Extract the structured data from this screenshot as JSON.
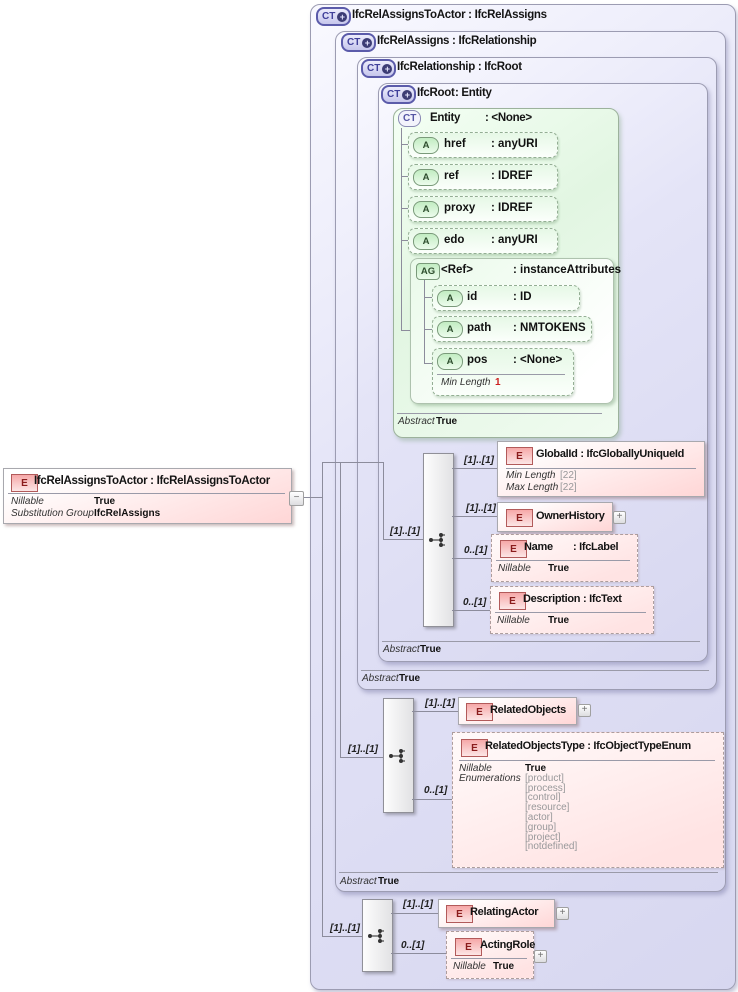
{
  "left_element": {
    "badge": "E",
    "title": "IfcRelAssignsToActor : IfcRelAssignsToActor",
    "facet1_name": "Nillable",
    "facet1_value": "True",
    "facet2_name": "Substitution Group",
    "facet2_value": "IfcRelAssigns",
    "collapse_glyph": "−"
  },
  "ct": {
    "badge": "CT",
    "plus": "+",
    "l1_title": "IfcRelAssignsToActor : IfcRelAssigns",
    "l2_title": "IfcRelAssigns : IfcRelationship",
    "l3_title": "IfcRelationship : IfcRoot",
    "l4_name": "IfcRoot",
    "l4_type": ": Entity",
    "entity_name": "Entity",
    "entity_type": ": <None>",
    "abstract_name": "Abstract",
    "abstract_value": "True"
  },
  "attrs": {
    "badge": "A",
    "href_name": "href",
    "href_type": ": anyURI",
    "ref_name": "ref",
    "ref_type": ": IDREF",
    "proxy_name": "proxy",
    "proxy_type": ": IDREF",
    "edo_name": "edo",
    "edo_type": ": anyURI"
  },
  "ref_group": {
    "badge": "AG",
    "name": "<Ref>",
    "type": ": instanceAttributes",
    "id_name": "id",
    "id_type": ": ID",
    "path_name": "path",
    "path_type": ": NMTOKENS",
    "pos_name": "pos",
    "pos_type": ": <None>",
    "pos_facet_name": "Min Length",
    "pos_facet_value": "1"
  },
  "elements": {
    "badge": "E",
    "expander": "+",
    "globalid": {
      "title": "GlobalId : IfcGloballyUniqueId",
      "card": "[1]..[1]",
      "f1n": "Min Length",
      "f1v": "[22]",
      "f2n": "Max Length",
      "f2v": "[22]"
    },
    "ownerhistory": {
      "title": "OwnerHistory",
      "card": "[1]..[1]"
    },
    "name": {
      "title_name": "Name",
      "title_type": ": IfcLabel",
      "card": "0..[1]",
      "fn": "Nillable",
      "fv": "True"
    },
    "description": {
      "title": "Description : IfcText",
      "card": "0..[1]",
      "fn": "Nillable",
      "fv": "True"
    },
    "relatedobjects": {
      "title": "RelatedObjects",
      "card": "[1]..[1]"
    },
    "relatedobjectstype": {
      "title": "RelatedObjectsType : IfcObjectTypeEnum",
      "card": "0..[1]",
      "f1n": "Nillable",
      "f1v": "True",
      "f2n": "Enumerations",
      "enums": [
        "[product]",
        "[process]",
        "[control]",
        "[resource]",
        "[actor]",
        "[group]",
        "[project]",
        "[notdefined]"
      ]
    },
    "relatingactor": {
      "title": "RelatingActor",
      "card": "[1]..[1]"
    },
    "actingrole": {
      "title": "ActingRole",
      "card": "0..[1]",
      "fn": "Nillable",
      "fv": "True"
    }
  },
  "sequence": {
    "in1": "[1]..[1]",
    "in2": "[1]..[1]",
    "in3": "[1]..[1]"
  }
}
